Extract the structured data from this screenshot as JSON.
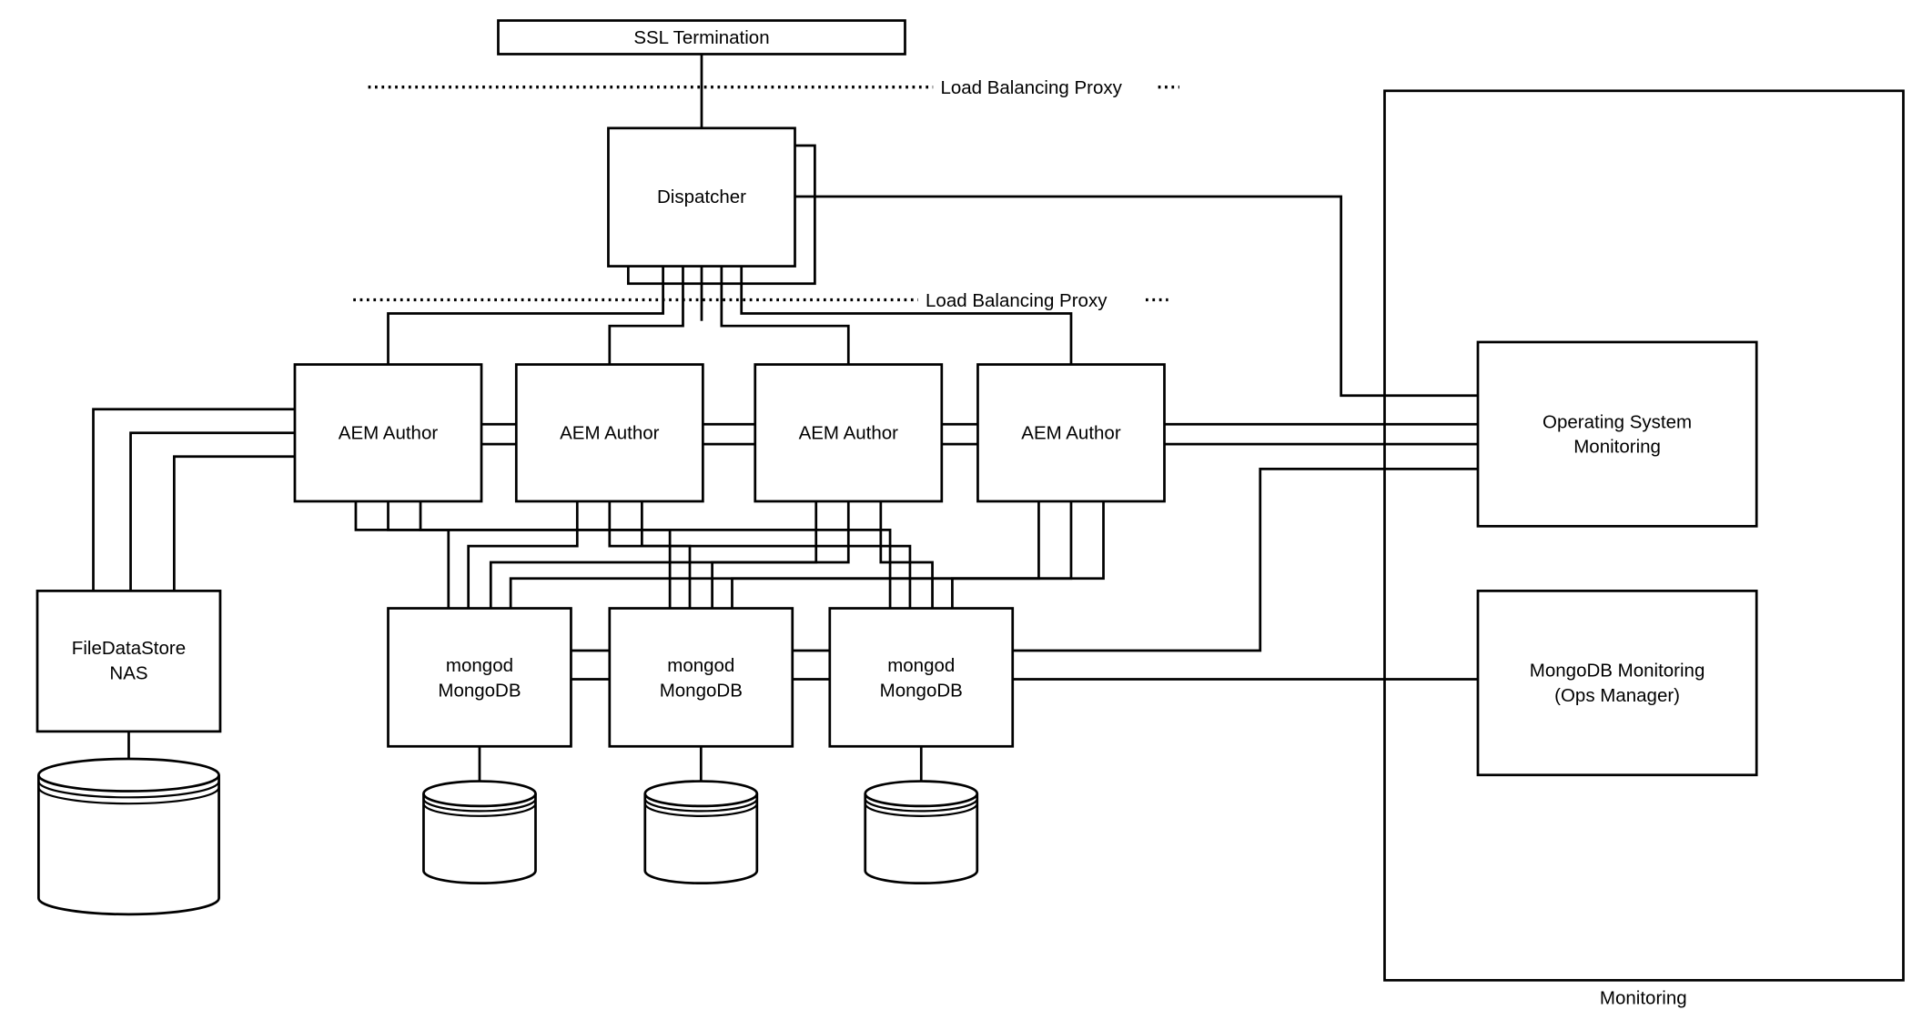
{
  "nodes": {
    "ssl_termination": {
      "label": "SSL Termination"
    },
    "dispatcher": {
      "label": "Dispatcher"
    },
    "aem_authors": [
      {
        "label": "AEM Author"
      },
      {
        "label": "AEM Author"
      },
      {
        "label": "AEM Author"
      },
      {
        "label": "AEM Author"
      }
    ],
    "mongods": [
      {
        "line1": "mongod",
        "line2": "MongoDB"
      },
      {
        "line1": "mongod",
        "line2": "MongoDB"
      },
      {
        "line1": "mongod",
        "line2": "MongoDB"
      }
    ],
    "file_data_store": {
      "line1": "FileDataStore",
      "line2": "NAS"
    },
    "os_monitoring": {
      "line1": "Operating System",
      "line2": "Monitoring"
    },
    "mongodb_monitoring": {
      "line1": "MongoDB Monitoring",
      "line2": "(Ops Manager)"
    },
    "monitoring_group": {
      "label": "Monitoring"
    }
  },
  "annotations": {
    "load_balancing_proxy_top": "Load Balancing Proxy",
    "load_balancing_proxy_middle": "Load Balancing Proxy"
  },
  "colors": {
    "stroke": "#000000",
    "background": "#ffffff",
    "node_fill": "#ffffff"
  }
}
